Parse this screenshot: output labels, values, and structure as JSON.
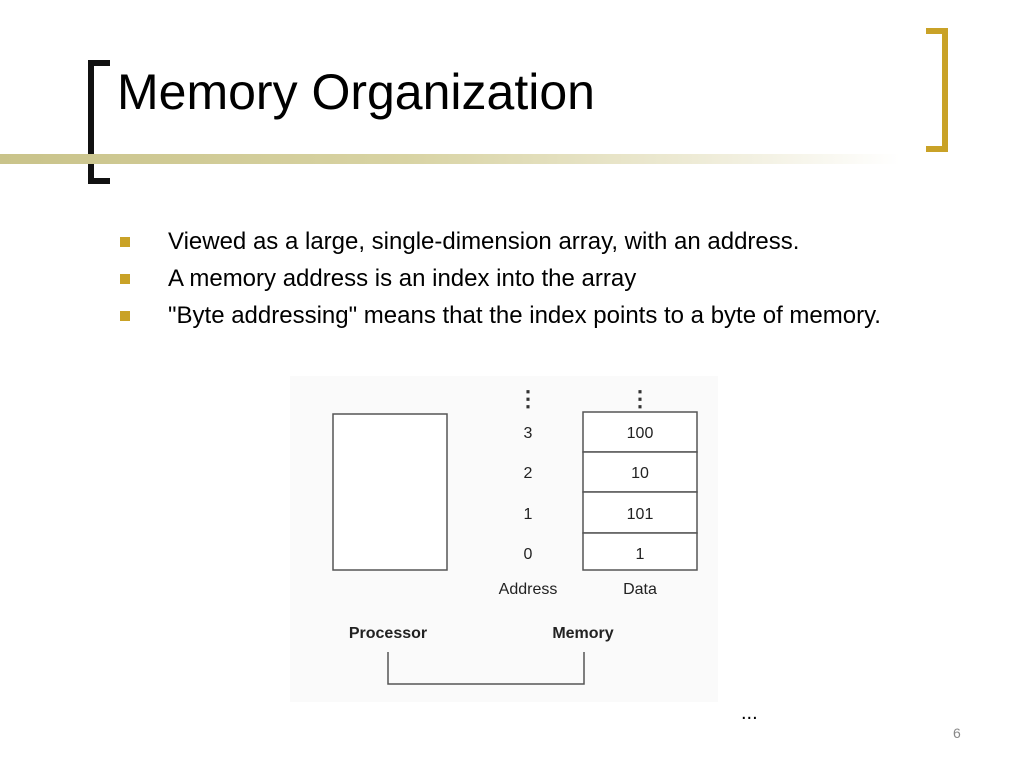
{
  "slide": {
    "title": "Memory Organization",
    "bullets": [
      "Viewed as a large, single-dimension array, with an address.",
      "A memory address is an index into the array",
      "\"Byte addressing\" means that the index points to a byte of memory."
    ],
    "ellipsis": "...",
    "page_number": "6"
  },
  "diagram": {
    "vertical_ellipsis": "⋮",
    "addresses": [
      "3",
      "2",
      "1",
      "0"
    ],
    "data_values": [
      "100",
      "10",
      "101",
      "1"
    ],
    "address_label": "Address",
    "data_label": "Data",
    "processor_label": "Processor",
    "memory_label": "Memory"
  },
  "colors": {
    "accent": "#c9a227",
    "bracket_dark": "#111111"
  }
}
